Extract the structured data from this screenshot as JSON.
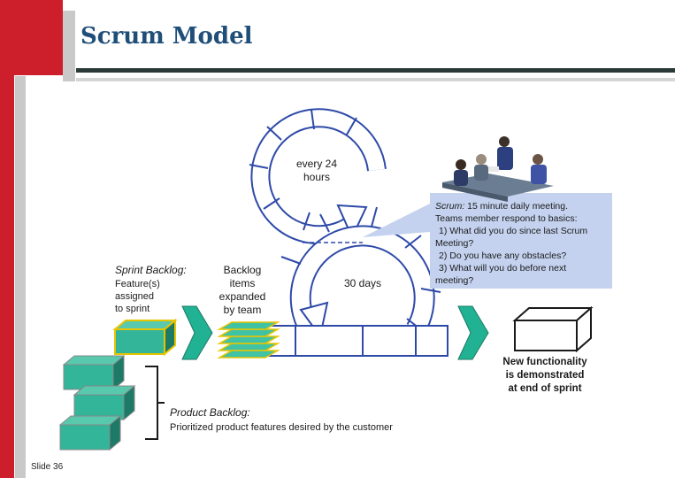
{
  "slide": {
    "title": "Scrum Model",
    "number": "Slide 36"
  },
  "diagram": {
    "daily_cycle": {
      "label_line1": "every 24",
      "label_line2": "hours"
    },
    "sprint_cycle": {
      "label": "30 days"
    },
    "scrum_note": {
      "lead": "Scrum:",
      "line1": " 15 minute daily meeting.",
      "line2": "Teams member respond to basics:",
      "line3": "1) What did you do since last Scrum",
      "line4": "Meeting?",
      "line5": "2) Do you have any obstacles?",
      "line6": "3) What will you do before next",
      "line7": "meeting?"
    },
    "sprint_backlog": {
      "title": "Sprint Backlog:",
      "line1": "Feature(s)",
      "line2": "assigned",
      "line3": "to sprint"
    },
    "backlog_items": {
      "line1": "Backlog",
      "line2": "items",
      "line3": "expanded",
      "line4": "by team"
    },
    "product_backlog": {
      "title": "Product Backlog:",
      "desc": "Prioritized product features desired by the customer"
    },
    "new_functionality": {
      "line1": "New functionality",
      "line2": "is demonstrated",
      "line3": "at end of sprint"
    },
    "colors": {
      "teal": "#33b59a",
      "teal_dark": "#1c7a66",
      "cycle_stroke": "#2e4aa8",
      "note_fill": "#c4d2ef",
      "feature_outline": "#e8c400",
      "accent_red": "#cc1f2b",
      "title_blue": "#1f4e79"
    }
  }
}
